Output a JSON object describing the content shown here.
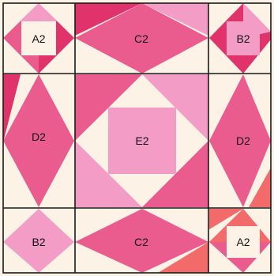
{
  "blocks": {
    "top_left": "A2",
    "top_center": "C2",
    "top_right": "B2",
    "mid_left": "D2",
    "center": "E2",
    "mid_right": "D2",
    "bottom_left": "B2",
    "bottom_center": "C2",
    "bottom_right": "A2"
  },
  "palette": {
    "background": "#fcf3e6",
    "light_pink": "#f39cc6",
    "medium_pink": "#ea5b8e",
    "deep_pink": "#e0336b",
    "coral": "#f26a6a",
    "outline": "#1a1a1a"
  }
}
